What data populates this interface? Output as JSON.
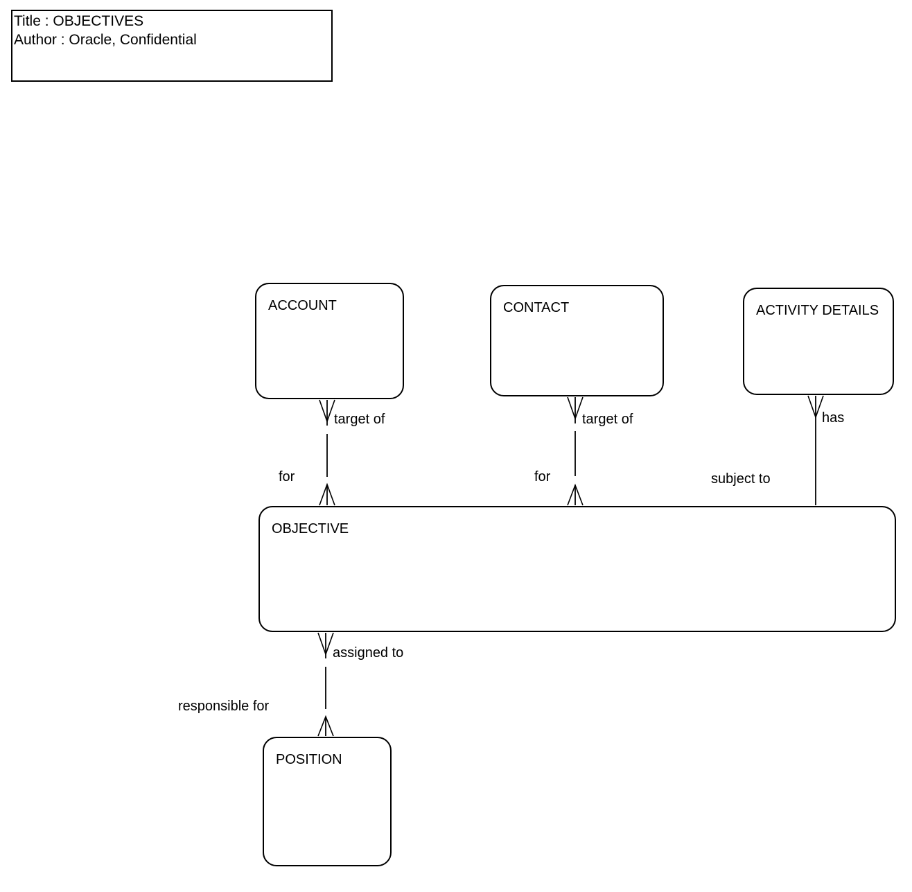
{
  "diagram": {
    "title_block": {
      "line1": "Title : OBJECTIVES",
      "line2": "Author : Oracle, Confidential"
    },
    "entities": [
      {
        "name": "ACCOUNT"
      },
      {
        "name": "CONTACT"
      },
      {
        "name": "ACTIVITY DETAILS"
      },
      {
        "name": "OBJECTIVE"
      },
      {
        "name": "POSITION"
      }
    ],
    "relationships": [
      {
        "from_entity": "ACCOUNT",
        "to_entity": "OBJECTIVE",
        "from_label": "target of",
        "to_label": "for",
        "from_end": "many",
        "to_end": "many",
        "line": "dashed"
      },
      {
        "from_entity": "CONTACT",
        "to_entity": "OBJECTIVE",
        "from_label": "target of",
        "to_label": "for",
        "from_end": "many",
        "to_end": "many",
        "line": "dashed"
      },
      {
        "from_entity": "ACTIVITY DETAILS",
        "to_entity": "OBJECTIVE",
        "from_label": "has",
        "to_label": "subject to",
        "from_end": "many",
        "to_end": "one",
        "line": "solid"
      },
      {
        "from_entity": "OBJECTIVE",
        "to_entity": "POSITION",
        "from_label": "assigned to",
        "to_label": "responsible for",
        "from_end": "many",
        "to_end": "many",
        "line": "dashed"
      }
    ],
    "colors": {
      "ink": "#000000",
      "background": "#ffffff"
    }
  }
}
